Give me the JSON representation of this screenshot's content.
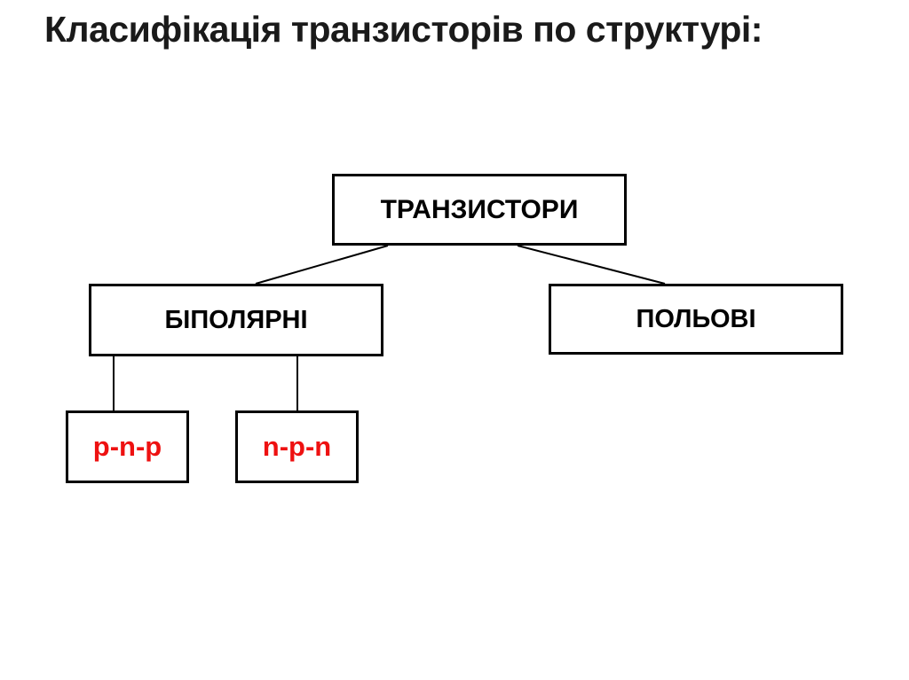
{
  "title": {
    "text": "Класифікація транзисторів по структурі:"
  },
  "diagram": {
    "root": {
      "label": "ТРАНЗИСТОРИ"
    },
    "children": [
      {
        "label": "БІПОЛЯРНІ"
      },
      {
        "label": "ПОЛЬОВІ"
      }
    ],
    "leaves": [
      {
        "label": "p-n-p"
      },
      {
        "label": "n-p-n"
      }
    ],
    "colors": {
      "background": "#ffffff",
      "box_border": "#000000",
      "box_text": "#000000",
      "leaf_text": "#ee1111",
      "title_text": "#1a1a1a",
      "connector": "#000000"
    }
  }
}
